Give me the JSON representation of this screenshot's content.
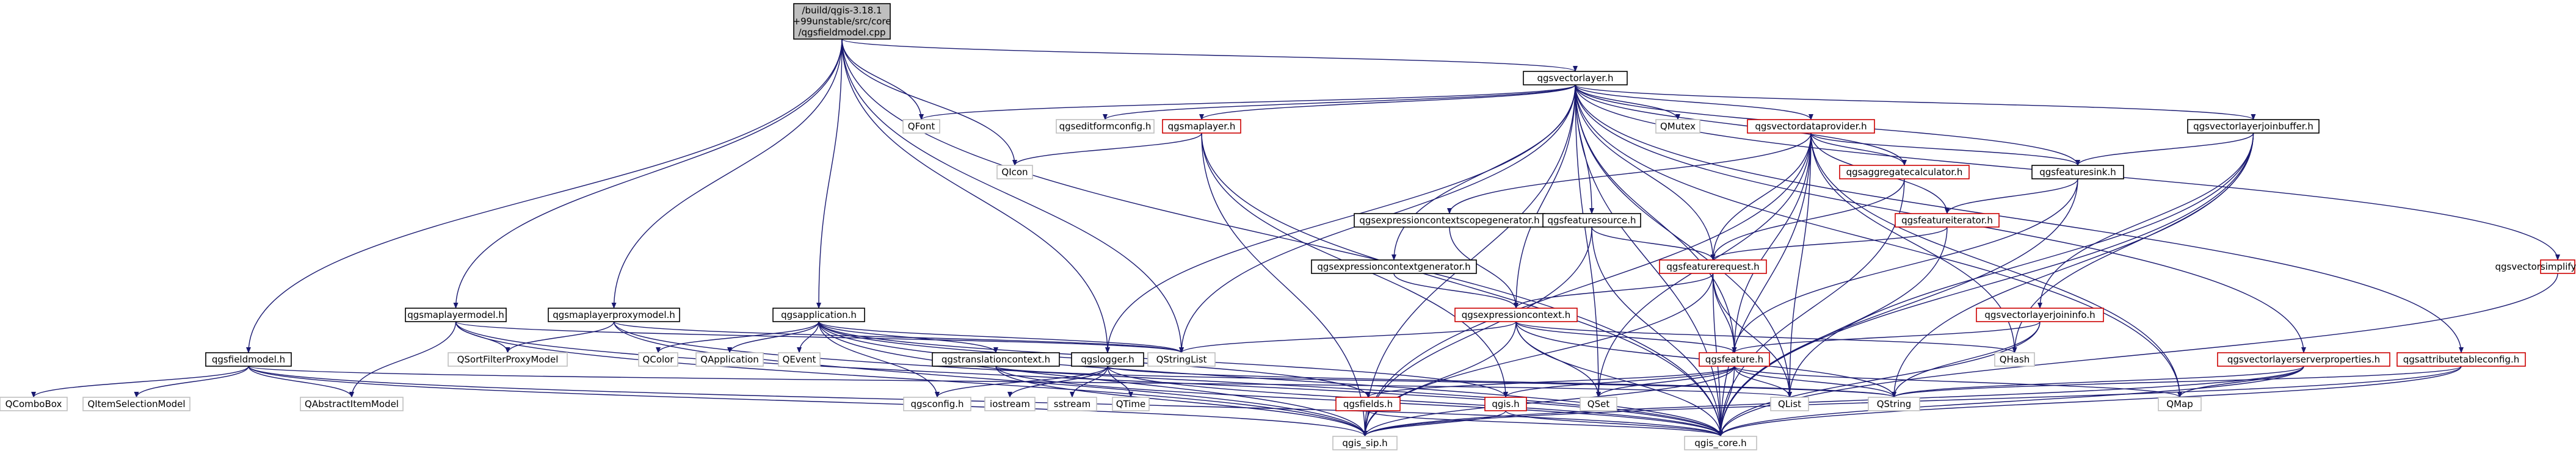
{
  "root": {
    "label_lines": [
      "/build/qgis-3.18.1",
      "+99unstable/src/core",
      "/qgsfieldmodel.cpp"
    ]
  },
  "nodes": [
    {
      "id": "qgsvectorlayer",
      "label": "qgsvectorlayer.h",
      "style": "black"
    },
    {
      "id": "qfont",
      "label": "QFont",
      "style": "plain"
    },
    {
      "id": "qgseditformconfig",
      "label": "qgseditformconfig.h",
      "style": "plain"
    },
    {
      "id": "qgsmaplayer",
      "label": "qgsmaplayer.h",
      "style": "red"
    },
    {
      "id": "qicon",
      "label": "QIcon",
      "style": "plain"
    },
    {
      "id": "qmutex",
      "label": "QMutex",
      "style": "plain"
    },
    {
      "id": "qgsvectordataprovider",
      "label": "qgsvectordataprovider.h",
      "style": "red"
    },
    {
      "id": "qgsaggregatecalculator",
      "label": "qgsaggregatecalculator.h",
      "style": "red"
    },
    {
      "id": "qgsfeaturesink",
      "label": "qgsfeaturesink.h",
      "style": "black"
    },
    {
      "id": "qgsvectorlayerjoinbuffer",
      "label": "qgsvectorlayerjoinbuffer.h",
      "style": "black"
    },
    {
      "id": "qgsexpressioncontextscopegenerator",
      "label": "qgsexpressioncontextscopegenerator.h",
      "style": "black"
    },
    {
      "id": "qgsfeaturesource",
      "label": "qgsfeaturesource.h",
      "style": "black"
    },
    {
      "id": "qgsfeatureiterator",
      "label": "qgsfeatureiterator.h",
      "style": "red"
    },
    {
      "id": "qgsexpressioncontextgenerator",
      "label": "qgsexpressioncontextgenerator.h",
      "style": "black"
    },
    {
      "id": "qgsfeaturerequest",
      "label": "qgsfeaturerequest.h",
      "style": "red"
    },
    {
      "id": "qgsvectorsimplifymethod",
      "label": "qgsvectorsimplifymethod.h",
      "style": "red"
    },
    {
      "id": "qgsexpressioncontext",
      "label": "qgsexpressioncontext.h",
      "style": "red"
    },
    {
      "id": "qgsvectorlayerjoininfo",
      "label": "qgsvectorlayerjoininfo.h",
      "style": "red"
    },
    {
      "id": "qgsmaplayermodel",
      "label": "qgsmaplayermodel.h",
      "style": "black"
    },
    {
      "id": "qgsmaplayerproxymodel",
      "label": "qgsmaplayerproxymodel.h",
      "style": "black"
    },
    {
      "id": "qgsapplication",
      "label": "qgsapplication.h",
      "style": "black"
    },
    {
      "id": "qstringlist",
      "label": "QStringList",
      "style": "plain"
    },
    {
      "id": "qhash",
      "label": "QHash",
      "style": "plain"
    },
    {
      "id": "qgsfieldmodel",
      "label": "qgsfieldmodel.h",
      "style": "black"
    },
    {
      "id": "qsortfilterproxymodel",
      "label": "QSortFilterProxyModel",
      "style": "plain"
    },
    {
      "id": "qcolor",
      "label": "QColor",
      "style": "plain"
    },
    {
      "id": "qapplication",
      "label": "QApplication",
      "style": "plain"
    },
    {
      "id": "qevent",
      "label": "QEvent",
      "style": "plain"
    },
    {
      "id": "qgstranslationcontext",
      "label": "qgstranslationcontext.h",
      "style": "black"
    },
    {
      "id": "qgslogger",
      "label": "qgslogger.h",
      "style": "black"
    },
    {
      "id": "qgsfeature",
      "label": "qgsfeature.h",
      "style": "red"
    },
    {
      "id": "qgsvectorlayerserverproperties",
      "label": "qgsvectorlayerserverproperties.h",
      "style": "red"
    },
    {
      "id": "qgsattributetableconfig",
      "label": "qgsattributetableconfig.h",
      "style": "red"
    },
    {
      "id": "qcombobox",
      "label": "QComboBox",
      "style": "plain"
    },
    {
      "id": "qitemselectionmodel",
      "label": "QItemSelectionModel",
      "style": "plain"
    },
    {
      "id": "qabstractitemmodel",
      "label": "QAbstractItemModel",
      "style": "plain"
    },
    {
      "id": "qgsconfig",
      "label": "qgsconfig.h",
      "style": "plain"
    },
    {
      "id": "iostream",
      "label": "iostream",
      "style": "plain"
    },
    {
      "id": "sstream",
      "label": "sstream",
      "style": "plain"
    },
    {
      "id": "qtime",
      "label": "QTime",
      "style": "plain"
    },
    {
      "id": "qgsfields",
      "label": "qgsfields.h",
      "style": "red"
    },
    {
      "id": "qgis",
      "label": "qgis.h",
      "style": "red"
    },
    {
      "id": "qset",
      "label": "QSet",
      "style": "plain"
    },
    {
      "id": "qlist",
      "label": "QList",
      "style": "plain"
    },
    {
      "id": "qstring",
      "label": "QString",
      "style": "plain"
    },
    {
      "id": "qmap",
      "label": "QMap",
      "style": "plain"
    },
    {
      "id": "qgis_sip",
      "label": "qgis_sip.h",
      "style": "plain"
    },
    {
      "id": "qgis_core",
      "label": "qgis_core.h",
      "style": "plain"
    }
  ],
  "edges": [
    [
      "root",
      "qgsvectorlayer"
    ],
    [
      "root",
      "qfont"
    ],
    [
      "root",
      "qicon"
    ],
    [
      "root",
      "qgsmaplayermodel"
    ],
    [
      "root",
      "qgsmaplayerproxymodel"
    ],
    [
      "root",
      "qgsapplication"
    ],
    [
      "root",
      "qgsfieldmodel"
    ],
    [
      "root",
      "qstringlist"
    ],
    [
      "root",
      "qgslogger"
    ],
    [
      "root",
      "qgis_core"
    ],
    [
      "qgsvectorlayer",
      "qfont"
    ],
    [
      "qgsvectorlayer",
      "qgseditformconfig"
    ],
    [
      "qgsvectorlayer",
      "qgsmaplayer"
    ],
    [
      "qgsvectorlayer",
      "qmutex"
    ],
    [
      "qgsvectorlayer",
      "qgsvectordataprovider"
    ],
    [
      "qgsvectorlayer",
      "qgsaggregatecalculator"
    ],
    [
      "qgsvectorlayer",
      "qgsfeaturesink"
    ],
    [
      "qgsvectorlayer",
      "qgsvectorlayerjoinbuffer"
    ],
    [
      "qgsvectorlayer",
      "qgsfeaturesource"
    ],
    [
      "qgsvectorlayer",
      "qgsexpressioncontextgenerator"
    ],
    [
      "qgsvectorlayer",
      "qgsfeaturerequest"
    ],
    [
      "qgsvectorlayer",
      "qgsvectorsimplifymethod"
    ],
    [
      "qgsvectorlayer",
      "qgsexpressioncontext"
    ],
    [
      "qgsvectorlayer",
      "qgsvectorlayerserverproperties"
    ],
    [
      "qgsvectorlayer",
      "qgsattributetableconfig"
    ],
    [
      "qgsvectorlayer",
      "qgsfeature"
    ],
    [
      "qgsvectorlayer",
      "qstringlist"
    ],
    [
      "qgsvectorlayer",
      "qlist"
    ],
    [
      "qgsvectorlayer",
      "qset"
    ],
    [
      "qgsvectorlayer",
      "qmap"
    ],
    [
      "qgsvectorlayer",
      "qgis_sip"
    ],
    [
      "qgsvectorlayer",
      "qgis_core"
    ],
    [
      "qgsvectorlayer",
      "qgslogger"
    ],
    [
      "qgsmaplayer",
      "qicon"
    ],
    [
      "qgsmaplayer",
      "qgis_sip"
    ],
    [
      "qgsmaplayer",
      "qgis_core"
    ],
    [
      "qgsmaplayer",
      "qgis"
    ],
    [
      "qgsvectordataprovider",
      "qgsexpressioncontextscopegenerator"
    ],
    [
      "qgsvectordataprovider",
      "qgsaggregatecalculator"
    ],
    [
      "qgsvectordataprovider",
      "qgsfeaturesink"
    ],
    [
      "qgsvectordataprovider",
      "qgsfeatureiterator"
    ],
    [
      "qgsvectordataprovider",
      "qgsfeaturerequest"
    ],
    [
      "qgsvectordataprovider",
      "qgsfeature"
    ],
    [
      "qgsvectordataprovider",
      "qset"
    ],
    [
      "qgsvectordataprovider",
      "qlist"
    ],
    [
      "qgsvectordataprovider",
      "qmap"
    ],
    [
      "qgsvectordataprovider",
      "qgis_sip"
    ],
    [
      "qgsvectordataprovider",
      "qgis_core"
    ],
    [
      "qgsvectordataprovider",
      "qhash"
    ],
    [
      "qgsaggregatecalculator",
      "qgsfeaturerequest"
    ],
    [
      "qgsaggregatecalculator",
      "qgis_core"
    ],
    [
      "qgsfeaturesink",
      "qgsfeature"
    ],
    [
      "qgsfeaturesink",
      "qgis_core"
    ],
    [
      "qgsfeaturesink",
      "qgsfeatureiterator"
    ],
    [
      "qgsvectorlayerjoinbuffer",
      "qgsfeaturesink"
    ],
    [
      "qgsvectorlayerjoinbuffer",
      "qgsvectorlayerjoininfo"
    ],
    [
      "qgsvectorlayerjoinbuffer",
      "qhash"
    ],
    [
      "qgsvectorlayerjoinbuffer",
      "qlist"
    ],
    [
      "qgsvectorlayerjoinbuffer",
      "qstring"
    ],
    [
      "qgsvectorlayerjoinbuffer",
      "qgis_core"
    ],
    [
      "qgsexpressioncontextscopegenerator",
      "qgsexpressioncontext"
    ],
    [
      "qgsfeaturesource",
      "qgsfeaturerequest"
    ],
    [
      "qgsfeaturesource",
      "qgis_core"
    ],
    [
      "qgsfeaturesource",
      "qgis_sip"
    ],
    [
      "qgsfeatureiterator",
      "qgsfeaturerequest"
    ],
    [
      "qgsfeatureiterator",
      "qgis_core"
    ],
    [
      "qgsexpressioncontextgenerator",
      "qgsexpressioncontext"
    ],
    [
      "qgsfeaturerequest",
      "qgsexpressioncontext"
    ],
    [
      "qgsfeaturerequest",
      "qgsfeature"
    ],
    [
      "qgsfeaturerequest",
      "qlist"
    ],
    [
      "qgsfeaturerequest",
      "qgis_sip"
    ],
    [
      "qgsfeaturerequest",
      "qgis_core"
    ],
    [
      "qgsvectorsimplifymethod",
      "qgis_core"
    ],
    [
      "qgsexpressioncontext",
      "qstringlist"
    ],
    [
      "qgsexpressioncontext",
      "qset"
    ],
    [
      "qgsexpressioncontext",
      "qstring"
    ],
    [
      "qgsexpressioncontext",
      "qhash"
    ],
    [
      "qgsexpressioncontext",
      "qgis_core"
    ],
    [
      "qgsexpressioncontext",
      "qgis_sip"
    ],
    [
      "qgsexpressioncontext",
      "qgsfeature"
    ],
    [
      "qgsvectorlayerjoininfo",
      "qgsfeature"
    ],
    [
      "qgsvectorlayerjoininfo",
      "qstring"
    ],
    [
      "qgsvectorlayerjoininfo",
      "qgis_core"
    ],
    [
      "qgsmaplayermodel",
      "qsortfilterproxymodel"
    ],
    [
      "qgsmaplayermodel",
      "qabstractitemmodel"
    ],
    [
      "qgsmaplayermodel",
      "qstringlist"
    ],
    [
      "qgsmaplayermodel",
      "qgis_sip"
    ],
    [
      "qgsmaplayermodel",
      "qgis_core"
    ],
    [
      "qgsmaplayerproxymodel",
      "qsortfilterproxymodel"
    ],
    [
      "qgsmaplayerproxymodel",
      "qstringlist"
    ],
    [
      "qgsmaplayerproxymodel",
      "qgis_sip"
    ],
    [
      "qgsmaplayerproxymodel",
      "qgis_core"
    ],
    [
      "qgsapplication",
      "qcolor"
    ],
    [
      "qgsapplication",
      "qapplication"
    ],
    [
      "qgsapplication",
      "qevent"
    ],
    [
      "qgsapplication",
      "qstringlist"
    ],
    [
      "qgsapplication",
      "qgstranslationcontext"
    ],
    [
      "qgsapplication",
      "qgsconfig"
    ],
    [
      "qgsapplication",
      "qgis_core"
    ],
    [
      "qgsapplication",
      "qgis_sip"
    ],
    [
      "qgsapplication",
      "qgis"
    ],
    [
      "qgsapplication",
      "qgsfields"
    ],
    [
      "qgsfieldmodel",
      "qcombobox"
    ],
    [
      "qgsfieldmodel",
      "qitemselectionmodel"
    ],
    [
      "qgsfieldmodel",
      "qabstractitemmodel"
    ],
    [
      "qgsfieldmodel",
      "qgis_sip"
    ],
    [
      "qgsfieldmodel",
      "qgis_core"
    ],
    [
      "qgsfieldmodel",
      "qlist"
    ],
    [
      "qgstranslationcontext",
      "qgis_core"
    ],
    [
      "qgstranslationcontext",
      "qgis_sip"
    ],
    [
      "qgstranslationcontext",
      "qstring"
    ],
    [
      "qgslogger",
      "iostream"
    ],
    [
      "qgslogger",
      "sstream"
    ],
    [
      "qgslogger",
      "qtime"
    ],
    [
      "qgslogger",
      "qgsconfig"
    ],
    [
      "qgslogger",
      "qgis_core"
    ],
    [
      "qgslogger",
      "qstring"
    ],
    [
      "qgsfeature",
      "qgsfields"
    ],
    [
      "qgsfeature",
      "qgis"
    ],
    [
      "qgsfeature",
      "qset"
    ],
    [
      "qgsfeature",
      "qlist"
    ],
    [
      "qgsfeature",
      "qstring"
    ],
    [
      "qgsfeature",
      "qmap"
    ],
    [
      "qgsfeature",
      "qgis_sip"
    ],
    [
      "qgsfeature",
      "qgis_core"
    ],
    [
      "qgsvectorlayerserverproperties",
      "qstring"
    ],
    [
      "qgsvectorlayerserverproperties",
      "qmap"
    ],
    [
      "qgsvectorlayerserverproperties",
      "qgis_core"
    ],
    [
      "qgsvectorlayerserverproperties",
      "qgis_sip"
    ],
    [
      "qgsattributetableconfig",
      "qstring"
    ],
    [
      "qgsattributetableconfig",
      "qgis_core"
    ],
    [
      "qgsattributetableconfig",
      "qgis_sip"
    ],
    [
      "qgsfields",
      "qgis_sip"
    ],
    [
      "qgsfields",
      "qgis_core"
    ],
    [
      "qgis",
      "qgis_sip"
    ],
    [
      "qgis",
      "qgis_core"
    ]
  ]
}
